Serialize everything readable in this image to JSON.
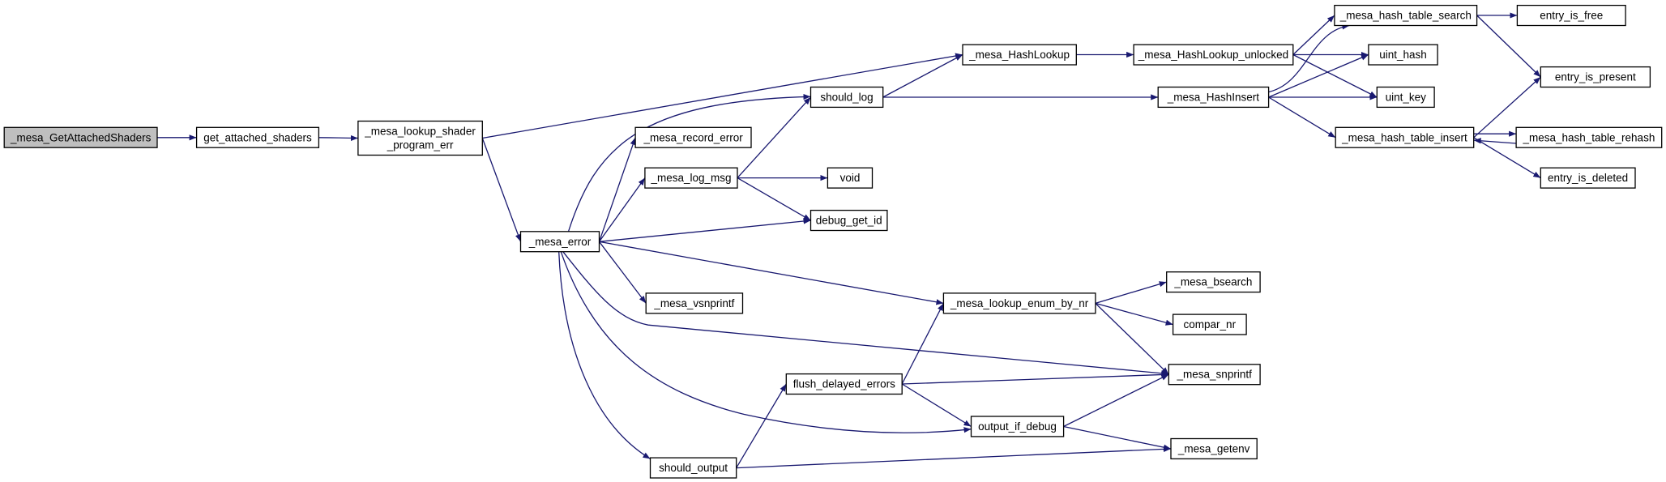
{
  "colors": {
    "edge": "#191970",
    "root_fill": "#bfbfbf",
    "node_fill": "#ffffff",
    "border": "#000000"
  },
  "nodes": [
    {
      "id": "n0",
      "lines": [
        "_mesa_GetAttachedShaders"
      ],
      "root": true
    },
    {
      "id": "n1",
      "lines": [
        "get_attached_shaders"
      ]
    },
    {
      "id": "n2",
      "lines": [
        "_mesa_lookup_shader",
        "_program_err"
      ]
    },
    {
      "id": "n3",
      "lines": [
        "_mesa_HashLookup"
      ]
    },
    {
      "id": "n4",
      "lines": [
        "_mesa_error"
      ]
    },
    {
      "id": "n5",
      "lines": [
        "_mesa_HashLookup_unlocked"
      ]
    },
    {
      "id": "n6",
      "lines": [
        "_mesa_hash_table_search"
      ]
    },
    {
      "id": "n7",
      "lines": [
        "entry_is_free"
      ]
    },
    {
      "id": "n8",
      "lines": [
        "entry_is_present"
      ]
    },
    {
      "id": "n9",
      "lines": [
        "uint_hash"
      ]
    },
    {
      "id": "n10",
      "lines": [
        "uint_key"
      ]
    },
    {
      "id": "n11",
      "lines": [
        "should_log"
      ]
    },
    {
      "id": "n12",
      "lines": [
        "_mesa_HashInsert"
      ]
    },
    {
      "id": "n13",
      "lines": [
        "_mesa_hash_table_insert"
      ]
    },
    {
      "id": "n14",
      "lines": [
        "_mesa_hash_table_rehash"
      ]
    },
    {
      "id": "n15",
      "lines": [
        "entry_is_deleted"
      ]
    },
    {
      "id": "n16",
      "lines": [
        "_mesa_record_error"
      ]
    },
    {
      "id": "n17",
      "lines": [
        "_mesa_log_msg"
      ]
    },
    {
      "id": "n18",
      "lines": [
        "void"
      ]
    },
    {
      "id": "n19",
      "lines": [
        "debug_get_id"
      ]
    },
    {
      "id": "n20",
      "lines": [
        "_mesa_vsnprintf"
      ]
    },
    {
      "id": "n21",
      "lines": [
        "_mesa_lookup_enum_by_nr"
      ]
    },
    {
      "id": "n22",
      "lines": [
        "_mesa_bsearch"
      ]
    },
    {
      "id": "n23",
      "lines": [
        "compar_nr"
      ]
    },
    {
      "id": "n24",
      "lines": [
        "_mesa_snprintf"
      ]
    },
    {
      "id": "n25",
      "lines": [
        "flush_delayed_errors"
      ]
    },
    {
      "id": "n26",
      "lines": [
        "output_if_debug"
      ]
    },
    {
      "id": "n27",
      "lines": [
        "_mesa_getenv"
      ]
    },
    {
      "id": "n28",
      "lines": [
        "should_output"
      ]
    }
  ],
  "edges": [
    [
      "n0",
      "n1"
    ],
    [
      "n1",
      "n2"
    ],
    [
      "n2",
      "n3"
    ],
    [
      "n2",
      "n4"
    ],
    [
      "n3",
      "n5"
    ],
    [
      "n5",
      "n6"
    ],
    [
      "n5",
      "n9"
    ],
    [
      "n5",
      "n10"
    ],
    [
      "n6",
      "n7"
    ],
    [
      "n6",
      "n8"
    ],
    [
      "n4",
      "n11"
    ],
    [
      "n4",
      "n16"
    ],
    [
      "n4",
      "n17"
    ],
    [
      "n4",
      "n19"
    ],
    [
      "n4",
      "n20"
    ],
    [
      "n4",
      "n21"
    ],
    [
      "n4",
      "n24"
    ],
    [
      "n4",
      "n26"
    ],
    [
      "n4",
      "n28"
    ],
    [
      "n11",
      "n3"
    ],
    [
      "n11",
      "n12"
    ],
    [
      "n12",
      "n6"
    ],
    [
      "n12",
      "n9"
    ],
    [
      "n12",
      "n10"
    ],
    [
      "n12",
      "n13"
    ],
    [
      "n13",
      "n8"
    ],
    [
      "n13",
      "n14"
    ],
    [
      "n13",
      "n15"
    ],
    [
      "n14",
      "n13"
    ],
    [
      "n17",
      "n11"
    ],
    [
      "n17",
      "n18"
    ],
    [
      "n17",
      "n19"
    ],
    [
      "n21",
      "n22"
    ],
    [
      "n21",
      "n23"
    ],
    [
      "n21",
      "n24"
    ],
    [
      "n25",
      "n21"
    ],
    [
      "n25",
      "n24"
    ],
    [
      "n25",
      "n26"
    ],
    [
      "n26",
      "n24"
    ],
    [
      "n26",
      "n27"
    ],
    [
      "n28",
      "n25"
    ],
    [
      "n28",
      "n27"
    ]
  ]
}
